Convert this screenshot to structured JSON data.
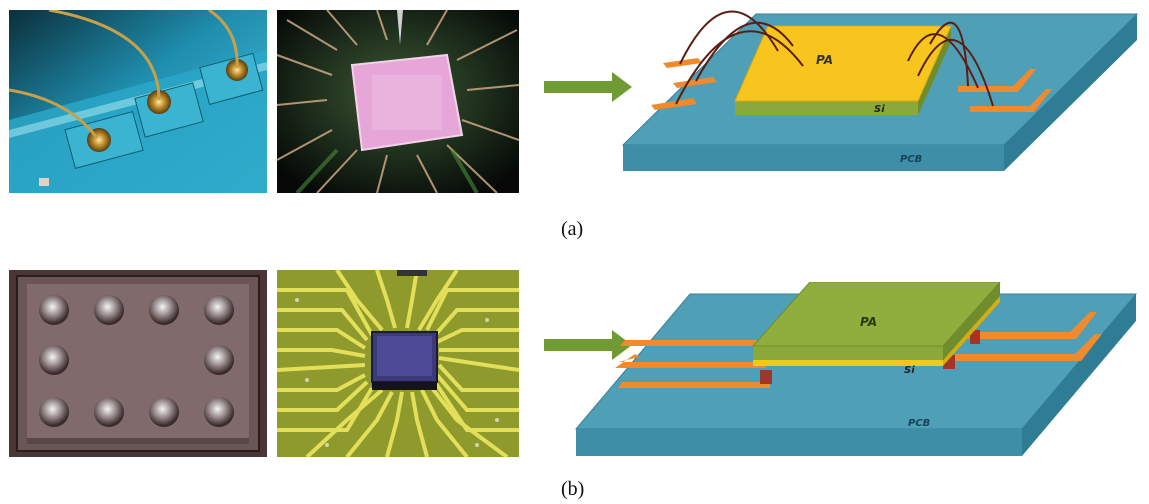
{
  "figure": {
    "panels": [
      {
        "caption": "(a)",
        "kind": "wire-bond",
        "diagram_labels": {
          "die": "PA",
          "substrate": "Si",
          "board": "PCB"
        }
      },
      {
        "caption": "(b)",
        "kind": "flip-chip",
        "diagram_labels": {
          "die": "PA",
          "substrate": "Si",
          "board": "PCB"
        }
      }
    ],
    "colors": {
      "arrow": "#6f9a34",
      "pcb_top": "#4f9fb6",
      "pcb_side": "#3d8ea6",
      "pa_gold": "#f7c51e",
      "si_green": "#8aa93a",
      "pad_orange": "#f08a2e",
      "wire": "#5a1f14"
    }
  }
}
